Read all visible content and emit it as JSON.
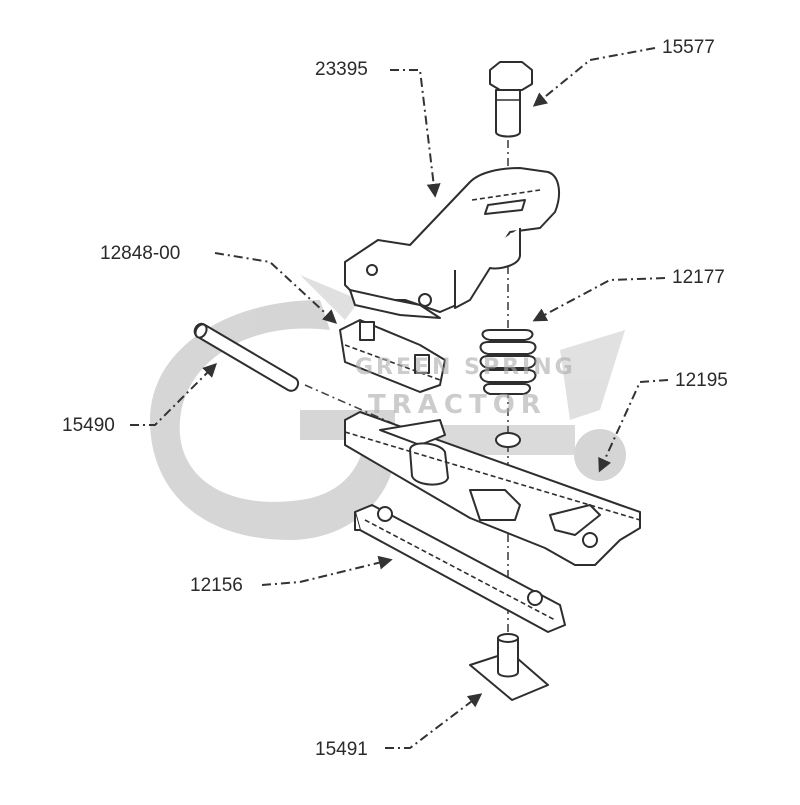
{
  "labels": {
    "p15577": "15577",
    "p23395": "23395",
    "p12848": "12848-00",
    "p12177": "12177",
    "p12195": "12195",
    "p15490": "15490",
    "p12156": "12156",
    "p15491": "15491"
  },
  "watermark": {
    "line1": "GREEN SPRING",
    "line2": "TRACTOR"
  },
  "colors": {
    "ink": "#2e2e2e",
    "watermark": "#b4b4b4"
  }
}
